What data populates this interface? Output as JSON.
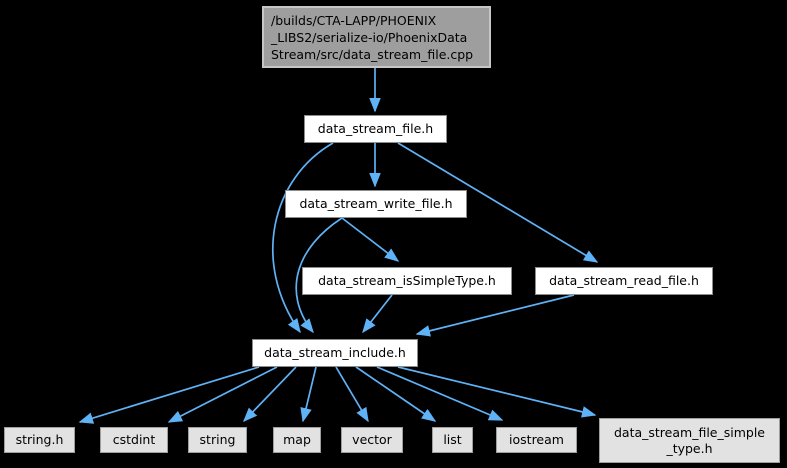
{
  "diagram": {
    "type": "include-dependency-graph",
    "colors": {
      "background": "#000000",
      "edge": "#5fb2f6",
      "text": "#000000",
      "node_fill": "#ffffff",
      "node_border": "#8c8c8c",
      "leaf_fill": "#e2e2e2",
      "leaf_border": "#9e9e9e",
      "main_fill": "#9e9e9e",
      "main_border": "#c6c6c6"
    },
    "nodes": {
      "cpp": {
        "line1": "/builds/CTA-LAPP/PHOENIX",
        "line2": "_LIBS2/serialize-io/PhoenixData",
        "line3": "Stream/src/data_stream_file.cpp",
        "full": "/builds/CTA-LAPP/PHOENIX_LIBS2/serialize-io/PhoenixDataStream/src/data_stream_file.cpp"
      },
      "file_h": {
        "label": "data_stream_file.h"
      },
      "write_file_h": {
        "label": "data_stream_write_file.h"
      },
      "is_simple_type_h": {
        "label": "data_stream_isSimpleType.h"
      },
      "read_file_h": {
        "label": "data_stream_read_file.h"
      },
      "include_h": {
        "label": "data_stream_include.h"
      },
      "string_h": {
        "label": "string.h"
      },
      "cstdint": {
        "label": "cstdint"
      },
      "string": {
        "label": "string"
      },
      "map": {
        "label": "map"
      },
      "vector": {
        "label": "vector"
      },
      "list": {
        "label": "list"
      },
      "iostream": {
        "label": "iostream"
      },
      "file_simple_type_h": {
        "line1": "data_stream_file_simple",
        "line2": "_type.h",
        "full": "data_stream_file_simple_type.h"
      }
    },
    "edges": [
      {
        "from": "cpp",
        "to": "file_h"
      },
      {
        "from": "file_h",
        "to": "write_file_h"
      },
      {
        "from": "file_h",
        "to": "read_file_h"
      },
      {
        "from": "file_h",
        "to": "include_h"
      },
      {
        "from": "write_file_h",
        "to": "is_simple_type_h"
      },
      {
        "from": "write_file_h",
        "to": "include_h"
      },
      {
        "from": "is_simple_type_h",
        "to": "include_h"
      },
      {
        "from": "read_file_h",
        "to": "include_h"
      },
      {
        "from": "include_h",
        "to": "string_h"
      },
      {
        "from": "include_h",
        "to": "cstdint"
      },
      {
        "from": "include_h",
        "to": "string"
      },
      {
        "from": "include_h",
        "to": "map"
      },
      {
        "from": "include_h",
        "to": "vector"
      },
      {
        "from": "include_h",
        "to": "list"
      },
      {
        "from": "include_h",
        "to": "iostream"
      },
      {
        "from": "include_h",
        "to": "file_simple_type_h"
      }
    ]
  }
}
